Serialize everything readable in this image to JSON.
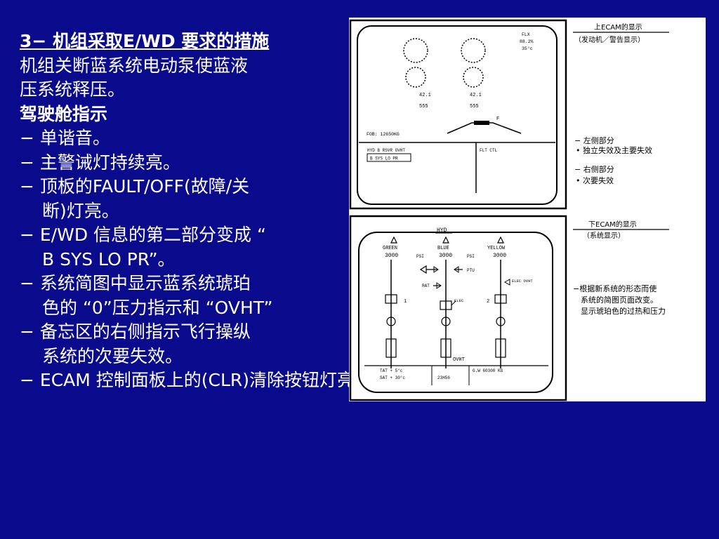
{
  "slide": {
    "lines": [
      {
        "text": "3− 机组采取E/WD 要求的措施",
        "style": "title"
      },
      {
        "text": "机组关断蓝系统电动泵使蓝液",
        "style": "normal"
      },
      {
        "text": "压系统释压。",
        "style": "normal"
      },
      {
        "text": "驾驶舱指示",
        "style": "bold"
      },
      {
        "text": "− 单谐音。",
        "style": "normal"
      },
      {
        "text": "− 主警诫灯持续亮。",
        "style": "normal"
      },
      {
        "text": "− 顶板的FAULT/OFF(故障/关",
        "style": "normal"
      },
      {
        "text": "断)灯亮。",
        "style": "indent"
      },
      {
        "text": "− E/WD 信息的第二部分变成 “",
        "style": "normal"
      },
      {
        "text": "B SYS LO PR”。",
        "style": "indent"
      },
      {
        "text": "− 系统简图中显示蓝系统琥珀",
        "style": "normal"
      },
      {
        "text": "色的 “0”压力指示和 “OVHT”",
        "style": "indent"
      },
      {
        "text": "− 备忘区的右侧指示飞行操纵",
        "style": "normal"
      },
      {
        "text": "系统的次要失效。",
        "style": "indent"
      },
      {
        "text": "− ECAM 控制面板上的(CLR)清除按钮灯亮。",
        "style": "normal"
      }
    ]
  },
  "figure": {
    "upper_ecam": {
      "flx": "FLX",
      "flx_val1": "88.2%",
      "flx_val2": "35°c",
      "fob": "FOB: 12650KG",
      "f_label": "F",
      "hyd_msg": "HYD B RSVR OVHT",
      "msg_box": "B SYS LO PR",
      "flt_ctl": "FLT CTL",
      "eng_n1": "42.1",
      "eng_n2": "42.1",
      "eng_egt": "555",
      "eng_ff": "555"
    },
    "lower_ecam": {
      "hyd": "HYD",
      "green": "GREEN",
      "blue": "BLUE",
      "yellow": "YELLOW",
      "green_val": "3000",
      "blue_val": "3000",
      "yellow_val": "3000",
      "psi_left": "PSI",
      "psi_right": "PSI",
      "ptu": "PTU",
      "rat": "RAT",
      "elec_blue": "ELEC",
      "elec_ovht": "ELEC OVHT",
      "pump1": "1",
      "pump2": "2",
      "ovht": "OVHT",
      "tat": "TAT  +  5°c",
      "sat": "SAT  +  30°c",
      "time": "23H56",
      "gw": "G.W 60300 KG"
    },
    "notes": {
      "upper_title": "上ECAM的显示",
      "upper_sub": "（发动机／警告显示）",
      "left_part": "− 左侧部分",
      "left_item": "• 独立失效及主要失效",
      "right_part": "− 右侧部分",
      "right_item": "• 次要失效",
      "lower_title": "下ECAM的显示",
      "lower_sub": "（系统显示）",
      "desc1": "−根据新系统的形态而使",
      "desc2": "系统的简图页面改变。",
      "desc3": "显示琥珀色的过热和压力"
    }
  }
}
